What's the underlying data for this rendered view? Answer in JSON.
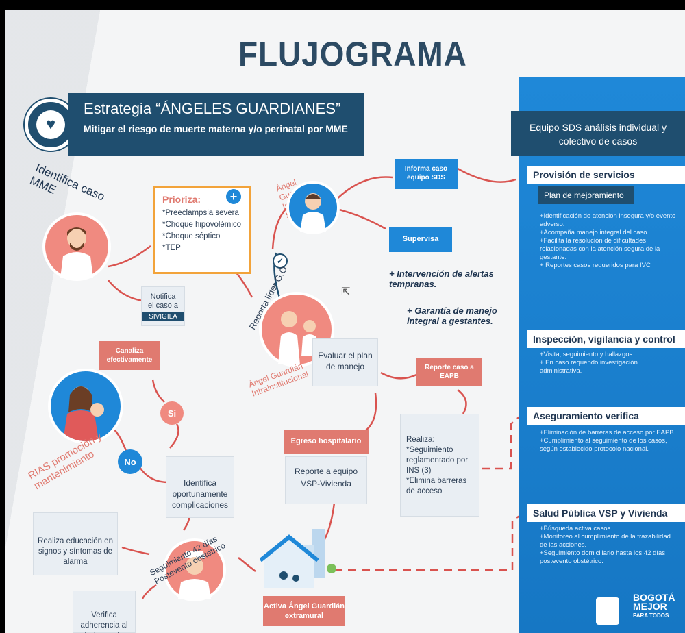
{
  "title": "FLUJOGRAMA",
  "banner": {
    "line1": "Estrategia “ÁNGELES GUARDIANES”",
    "line2": "Mitigar el riesgo de muerte materna y/o perinatal por MME"
  },
  "flow": {
    "identifica": "Identifica caso MME",
    "prioriza_title": "Prioriza:",
    "prioriza_items": [
      "*Preeclampsia severa",
      "*Choque  hipovolémico",
      "*Choque séptico",
      "*TEP"
    ],
    "notifica_line1": "Notifica",
    "notifica_line2": "el caso a",
    "notifica_sivigila": "SIVIGILA",
    "angel_institucional": "Ángel Guardián Institucional SDS",
    "angel_intra": "Ángel Guardián Intrainstitucional",
    "reporta_lider": "Reporta líder G.O",
    "informa": "Informa caso equipo SDS",
    "supervisa": "Supervisa",
    "intervencion": "+ Intervención de alertas tempranas.",
    "garantia": "+ Garantía de manejo integral a gestantes.",
    "evaluar": "Evaluar el plan de manejo",
    "reporta_eapb": "Reporte caso a EAPB",
    "canaliza": "Canaliza efectivamente",
    "si": "Si",
    "no": "No",
    "rias": "RIAS promoción y mantenimiento",
    "identifica_comp": "Identifica oportunamente complicaciones",
    "egreso": "Egreso hospitalario",
    "reporte_vsp": "Reporte a equipo VSP-Vivienda",
    "realiza_title": "Realiza:",
    "realiza_items": [
      "*Seguimiento reglamentado por INS (3)",
      "*Elimina barreras de acceso"
    ],
    "educacion": "Realiza educación en  signos y síntomas de alarma",
    "seguimiento": "Seguimiento 42 días Postevento obstétrico",
    "verifica": "Verifica adherencia al tratamiento",
    "activa": "Activa Ángel Guardián extramural"
  },
  "right": {
    "sds": "Equipo SDS análisis  individual y colectivo de casos",
    "provision": "Provisión de  servicios",
    "plan": "Plan de mejoramiento",
    "plan_items": [
      "+Identificación de atención insegura y/o evento adverso.",
      "+Acompaña manejo integral del caso",
      "+Facilita la resolución de dificultades relacionadas con la atención segura de la gestante.",
      "+ Reportes casos requeridos para IVC"
    ],
    "ivc": "Inspección, vigilancia y control",
    "ivc_items": [
      "+Visita, seguimiento y hallazgos.",
      "+ En caso requendo investigación administrativa."
    ],
    "aseg": "Aseguramiento verifica",
    "aseg_items": [
      "+Eliminación de barreras de acceso por EAPB.",
      "+Cumplimiento al seguimiento de los casos, según establecido protocolo nacional."
    ],
    "salud": "Salud Pública VSP y Vivienda",
    "salud_items": [
      "+Búsqueda activa casos.",
      "+Monitoreo al cumplimiento de la trazabilidad de las acciones.",
      "+Seguimiento domiciliario hasta los 42 días postevento obstétrico."
    ],
    "bogota_line1": "BOGOTÁ",
    "bogota_line2": "MEJOR",
    "bogota_line3": "PARA TODOS"
  },
  "colors": {
    "navy": "#1f4e6f",
    "blue": "#1f88d8",
    "salmon": "#e07a70",
    "orange": "#f2a33a",
    "red_line": "#d9534f"
  },
  "icons": [
    "baby-icon",
    "plus-icon",
    "cursor-icon",
    "checkmark-icon",
    "house-icon"
  ]
}
